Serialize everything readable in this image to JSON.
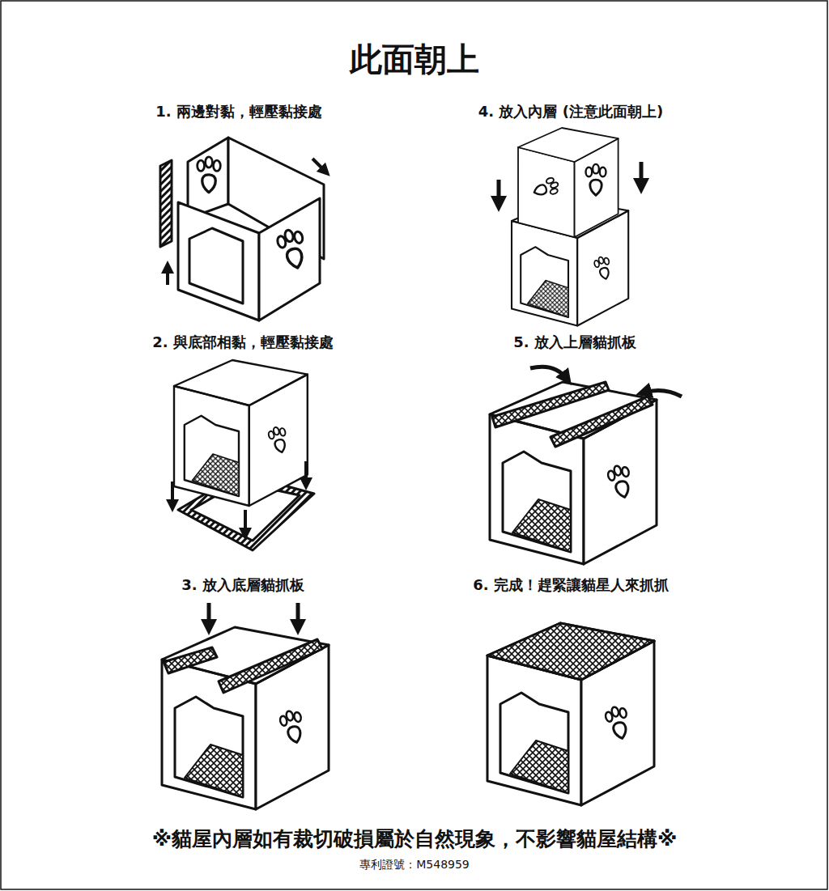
{
  "diagram": {
    "title": "此面朝上",
    "labels": [
      "1. 兩邊對黏，輕壓黏接處",
      "2. 與底部相黏，輕壓黏接處",
      "3. 放入底層貓抓板",
      "4. 放入內層 (注意此面朝上)",
      "5. 放入上層貓抓板",
      "6. 完成！趕緊讓貓星人來抓抓",
      "※貓屋內層如有裁切破損屬於自然現象，不影響貓屋結構※",
      "專利證號：M548959"
    ]
  }
}
